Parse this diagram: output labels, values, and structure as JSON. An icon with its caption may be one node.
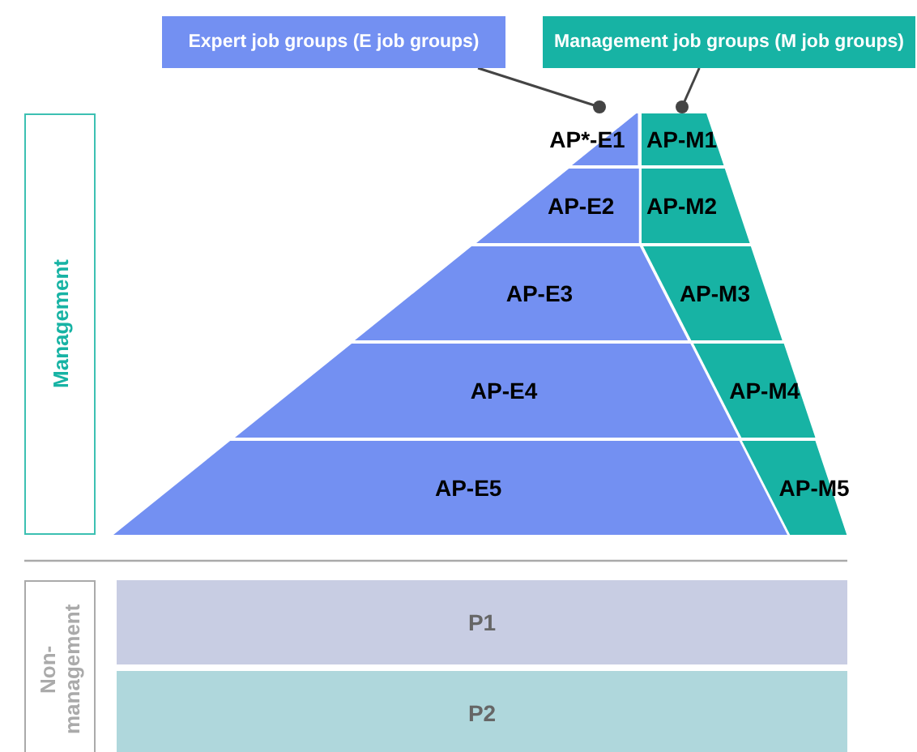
{
  "diagram": {
    "nodes": [
      {
        "text": [
          "Expert job groups (E job groups)"
        ]
      },
      {
        "text": [
          "Management job groups (M job groups)"
        ]
      },
      {
        "text": [
          "Management"
        ]
      },
      {
        "text": [
          "AP*-E1"
        ]
      },
      {
        "text": [
          "AP-M1"
        ]
      },
      {
        "text": [
          "AP-E2"
        ]
      },
      {
        "text": [
          "AP-M2"
        ]
      },
      {
        "text": [
          "AP-E3"
        ]
      },
      {
        "text": [
          "AP-M3"
        ]
      },
      {
        "text": [
          "AP-E4"
        ]
      },
      {
        "text": [
          "AP-M4"
        ]
      },
      {
        "text": [
          "AP-E5"
        ]
      },
      {
        "text": [
          "AP-M5"
        ]
      },
      {
        "text": [
          "Non-management"
        ]
      },
      {
        "text": [
          "P1"
        ]
      },
      {
        "text": [
          "P2"
        ]
      }
    ],
    "edges": [
      {
        "from": 0,
        "to": 3,
        "arrow": "other"
      },
      {
        "from": 1,
        "to": 4,
        "arrow": "other"
      }
    ]
  }
}
